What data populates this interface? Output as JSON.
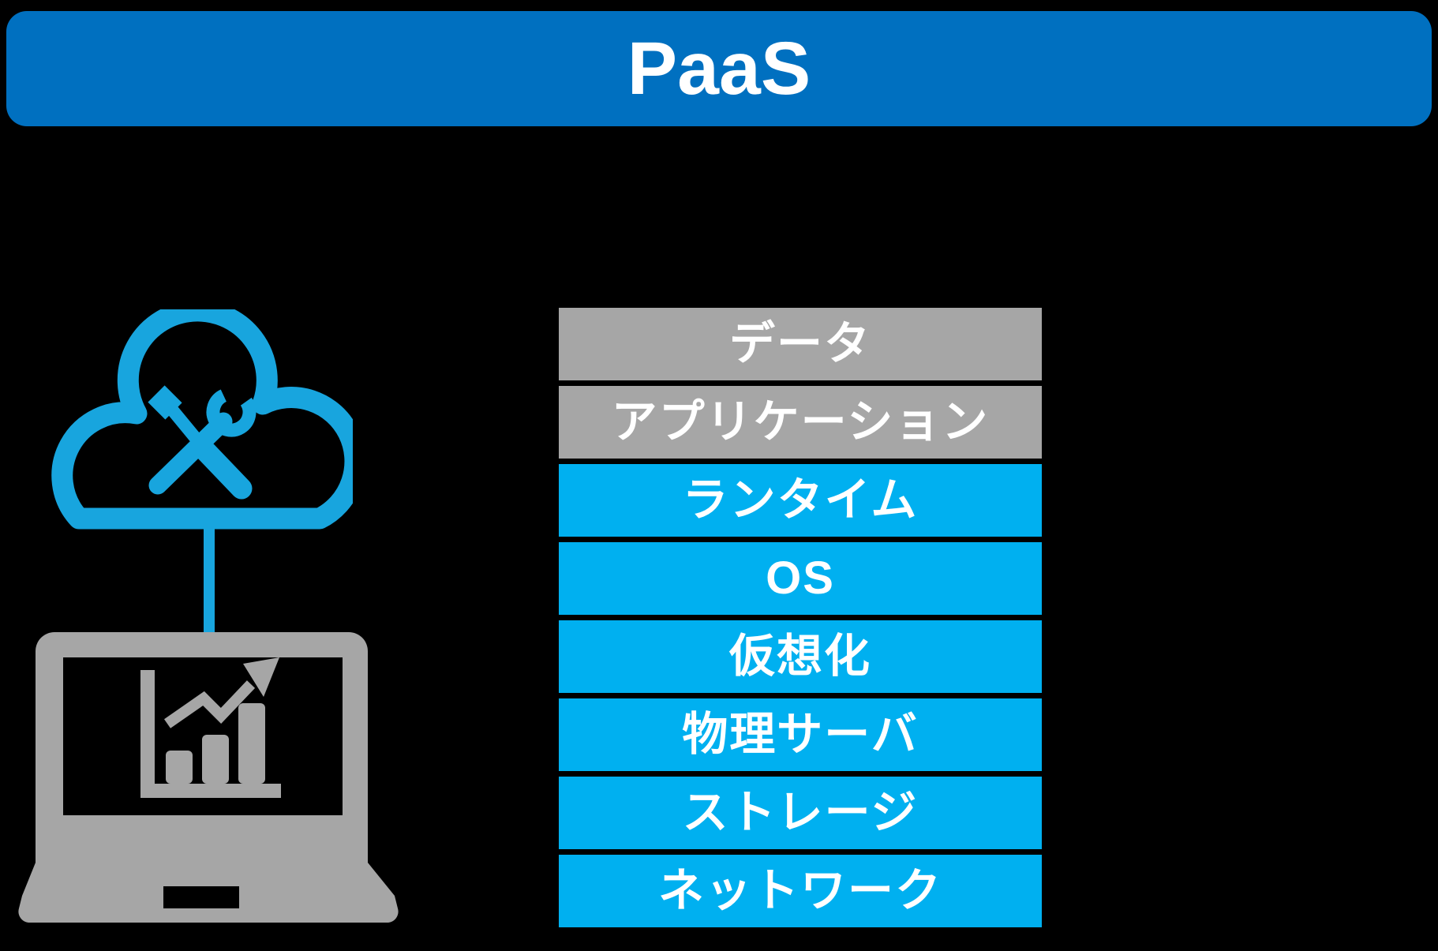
{
  "header": {
    "title": "PaaS"
  },
  "colors": {
    "background": "#000000",
    "header_blue": "#0070C0",
    "layer_cyan": "#00B0F0",
    "layer_gray": "#A6A6A6",
    "icon_cyan": "#18A5DE",
    "device_gray": "#A6A6A6",
    "text": "#FFFFFF"
  },
  "figure": {
    "cloud_icon": "cloud-with-tools-icon",
    "tools_icon": "wrench-and-screwdriver-icon",
    "device_icon": "laptop-with-bar-chart-icon",
    "connector": "cloud-to-laptop-line"
  },
  "stack": {
    "layers": [
      {
        "label": "データ",
        "name": "data",
        "color": "#A6A6A6"
      },
      {
        "label": "アプリケーション",
        "name": "application",
        "color": "#A6A6A6"
      },
      {
        "label": "ランタイム",
        "name": "runtime",
        "color": "#00B0F0"
      },
      {
        "label": "OS",
        "name": "os",
        "color": "#00B0F0"
      },
      {
        "label": "仮想化",
        "name": "virtualization",
        "color": "#00B0F0"
      },
      {
        "label": "物理サーバ",
        "name": "physical-server",
        "color": "#00B0F0"
      },
      {
        "label": "ストレージ",
        "name": "storage",
        "color": "#00B0F0"
      },
      {
        "label": "ネットワーク",
        "name": "network",
        "color": "#00B0F0"
      }
    ]
  }
}
